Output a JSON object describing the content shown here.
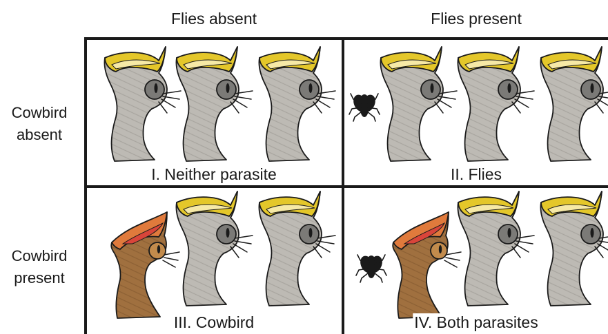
{
  "columns": [
    {
      "id": "flies-absent",
      "label": "Flies absent"
    },
    {
      "id": "flies-present",
      "label": "Flies present"
    }
  ],
  "rows": [
    {
      "id": "cowbird-absent",
      "line1": "Cowbird",
      "line2": "absent"
    },
    {
      "id": "cowbird-present",
      "line1": "Cowbird",
      "line2": "present"
    }
  ],
  "cells": [
    {
      "id": "cell-1",
      "caption": "I. Neither parasite",
      "flies": false,
      "cowbird": false,
      "host_nestlings": 3
    },
    {
      "id": "cell-2",
      "caption": "II. Flies",
      "flies": true,
      "cowbird": false,
      "host_nestlings": 3
    },
    {
      "id": "cell-3",
      "caption": "III. Cowbird",
      "flies": false,
      "cowbird": true,
      "host_nestlings": 2
    },
    {
      "id": "cell-4",
      "caption": "IV. Both parasites",
      "flies": true,
      "cowbird": true,
      "host_nestlings": 2
    }
  ],
  "icons": {
    "host": "host-nestling-icon",
    "cowbird": "cowbird-nestling-icon",
    "fly": "fly-icon"
  },
  "colors": {
    "grid_line": "#1a1a1a",
    "host_body": "#bdbab4",
    "host_beak": "#e4c72a",
    "host_beak_inner": "#f6e9a6",
    "host_eye": "#7b7a77",
    "cowbird_body": "#a0703f",
    "cowbird_beak": "#e07a3c",
    "cowbird_gape": "#d9453a",
    "cowbird_eye": "#c28b4c",
    "fly": "#1a1a1a"
  }
}
